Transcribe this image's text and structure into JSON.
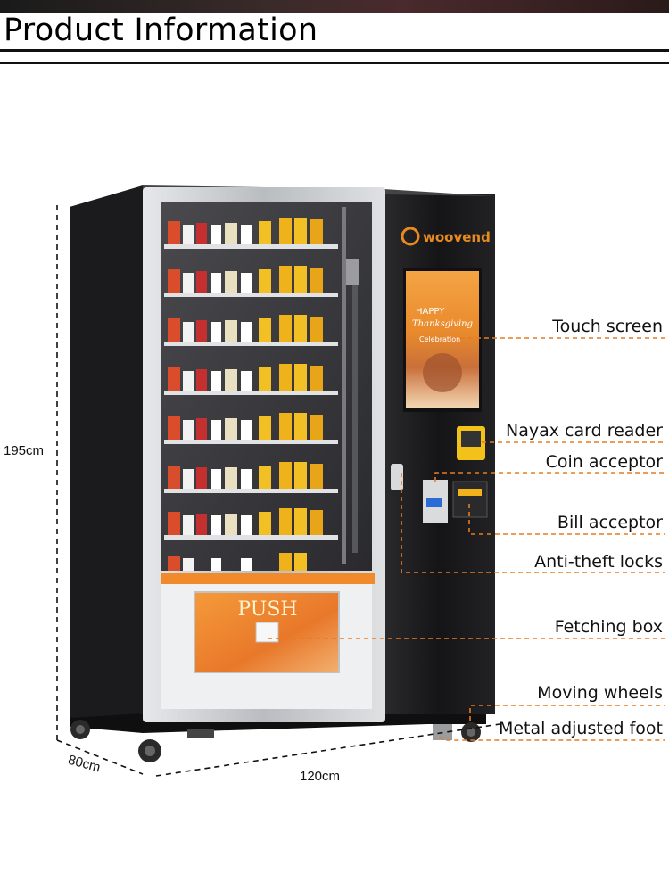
{
  "header": {
    "title": "Product Information"
  },
  "dimensions": {
    "height": "195cm",
    "depth": "80cm",
    "width": "120cm"
  },
  "machine": {
    "brand": "woovend",
    "push_label": "PUSH",
    "screen_line1": "HAPPY",
    "screen_line2": "Thanksgiving",
    "screen_line3": "Celebration"
  },
  "callouts": [
    {
      "label": "Touch screen"
    },
    {
      "label": "Nayax card reader"
    },
    {
      "label": "Coin acceptor"
    },
    {
      "label": "Bill acceptor"
    },
    {
      "label": "Anti-theft locks"
    },
    {
      "label": "Fetching box"
    },
    {
      "label": "Moving wheels"
    },
    {
      "label": "Metal adjusted foot"
    }
  ],
  "colors": {
    "accent": "#e87a1f",
    "cabinet": "#1c1c1e",
    "frame": "#c9ccd0"
  }
}
